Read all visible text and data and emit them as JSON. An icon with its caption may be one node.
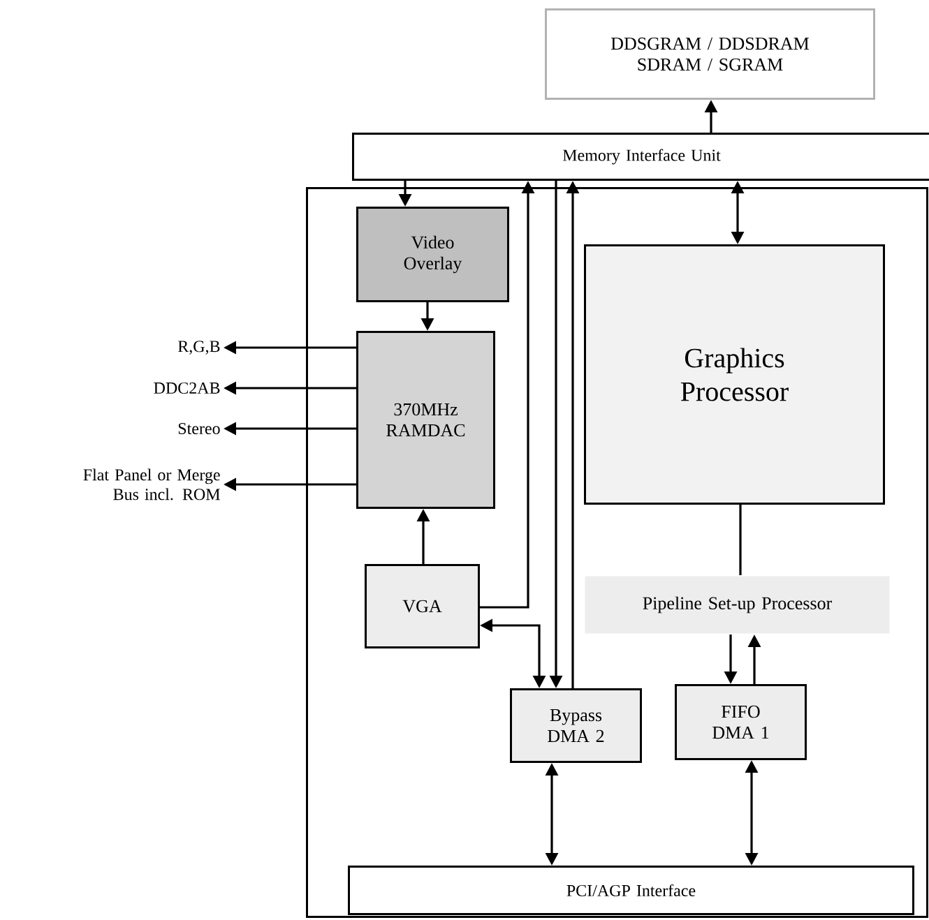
{
  "diagram": {
    "nodes": [
      {
        "text": [],
        "shape": "box"
      },
      {
        "text": [
          "DDSGRAM / DDSDRAM SDRAM / SGRAM"
        ]
      },
      {
        "text": [
          "Memory Interface Unit"
        ]
      },
      {
        "text": [
          "Video Overlay"
        ],
        "in": 0
      },
      {
        "text": [
          "370MHz RAMDAC"
        ],
        "in": 0
      },
      {
        "text": [
          "VGA"
        ],
        "in": 0
      },
      {
        "text": [
          "Graphics Processor"
        ],
        "in": 0
      },
      {
        "text": [
          "Pipeline Set-up Processor"
        ],
        "in": 0
      },
      {
        "text": [
          "Bypass DMA 2"
        ],
        "in": 0
      },
      {
        "text": [
          "FIFO DMA 1"
        ],
        "in": 0
      },
      {
        "text": [
          "PCI/AGP Interface"
        ],
        "in": 0
      },
      {
        "text": [
          "R,G,B"
        ]
      },
      {
        "text": [
          "DDC2AB"
        ]
      },
      {
        "text": [
          "Stereo"
        ]
      },
      {
        "text": [
          "Flat Panel or Merge Bus incl. ROM"
        ]
      }
    ],
    "edges": [
      {
        "from": 2,
        "to": 1,
        "arrow": "to"
      },
      {
        "from": 2,
        "to": 3,
        "arrow": "to"
      },
      {
        "from": 3,
        "to": 4,
        "arrow": "to"
      },
      {
        "from": 4,
        "to": 11,
        "arrow": "to"
      },
      {
        "from": 4,
        "to": 12,
        "arrow": "to"
      },
      {
        "from": 4,
        "to": 13,
        "arrow": "to"
      },
      {
        "from": 4,
        "to": 14,
        "arrow": "to"
      },
      {
        "from": 5,
        "to": 4,
        "arrow": "to"
      },
      {
        "from": 5,
        "to": 2,
        "arrow": "to"
      },
      {
        "from": 2,
        "to": 8,
        "arrow": "to"
      },
      {
        "from": 5,
        "to": 8,
        "arrow": "both"
      },
      {
        "from": 8,
        "to": 2,
        "arrow": "to"
      },
      {
        "from": 6,
        "to": 2,
        "arrow": "both"
      },
      {
        "from": 6,
        "to": 7,
        "arrow": "none"
      },
      {
        "from": 7,
        "to": 9,
        "arrow": "to"
      },
      {
        "from": 9,
        "to": 7,
        "arrow": "to"
      },
      {
        "from": 8,
        "to": 10,
        "arrow": "both"
      },
      {
        "from": 9,
        "to": 10,
        "arrow": "both"
      }
    ]
  }
}
